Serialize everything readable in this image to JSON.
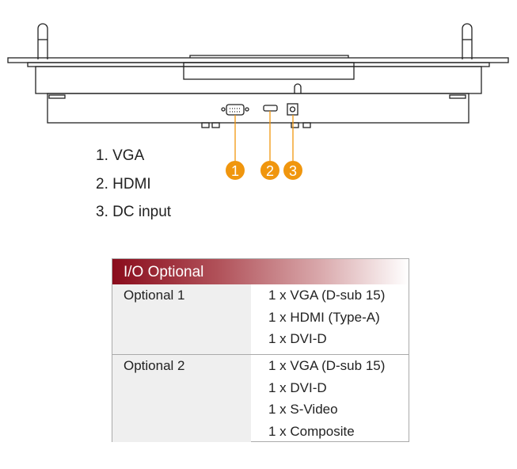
{
  "callouts": [
    "1",
    "2",
    "3"
  ],
  "legend": [
    "1. VGA",
    "2. HDMI",
    "3. DC input"
  ],
  "table": {
    "title": "I/O Optional",
    "rows": [
      {
        "label": "Optional 1",
        "values": [
          "1 x VGA (D-sub 15)",
          "1 x HDMI (Type-A)",
          "1 x DVI-D"
        ]
      },
      {
        "label": "Optional 2",
        "values": [
          "1 x VGA (D-sub 15)",
          "1 x DVI-D",
          "1 x S-Video",
          "1 x Composite"
        ]
      }
    ]
  },
  "colors": {
    "callout": "#F0960E",
    "header": "#8a0c1c"
  }
}
